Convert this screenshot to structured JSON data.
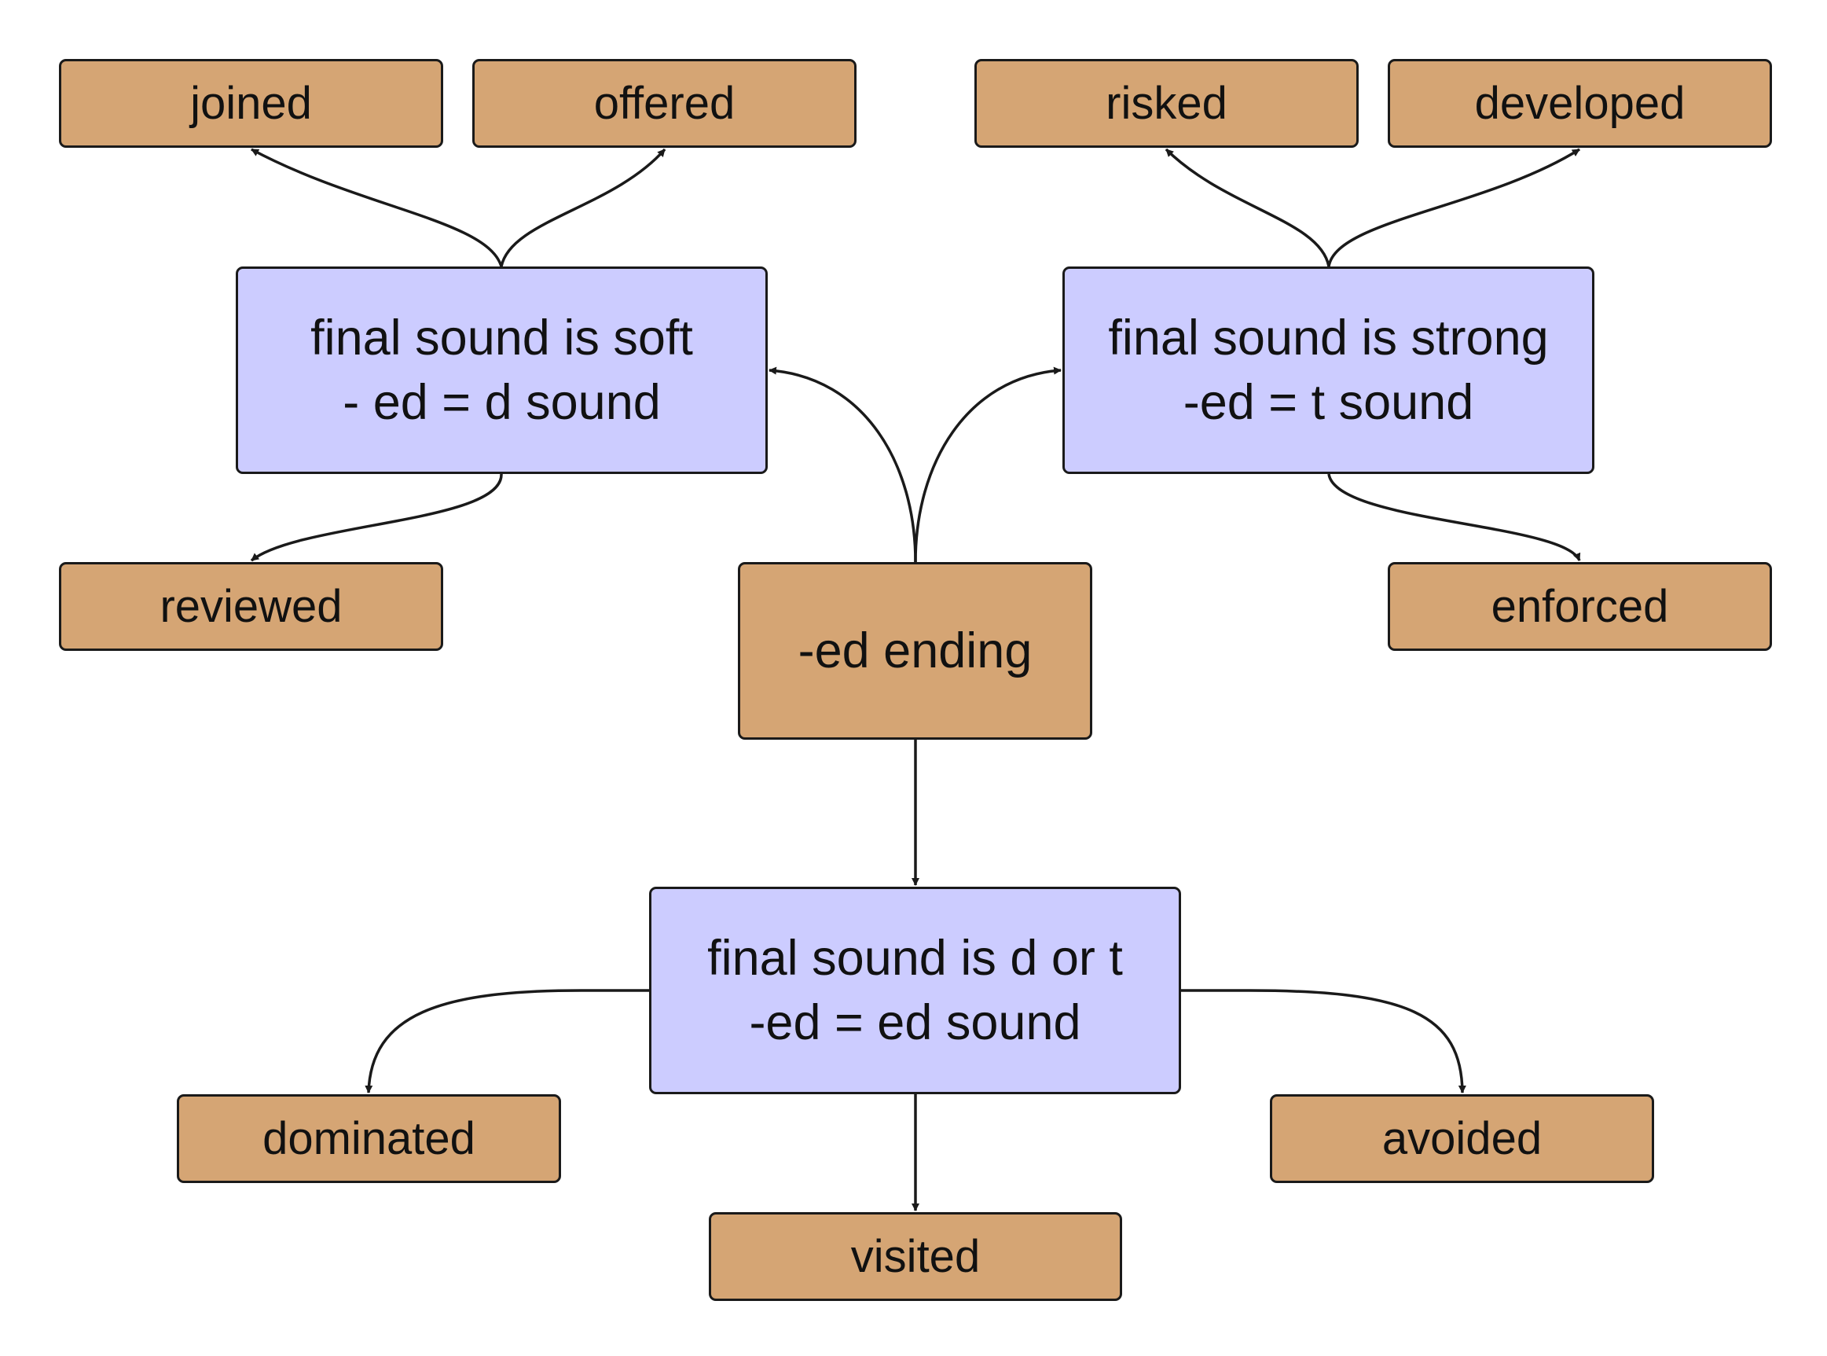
{
  "colors": {
    "word_fill": "#d5a574",
    "rule_fill": "#ccccff",
    "stroke": "#1a1a1a"
  },
  "root": {
    "label": "-ed ending"
  },
  "rules": {
    "soft": {
      "line1": "final sound is soft",
      "line2": "- ed = d sound"
    },
    "strong": {
      "line1": "final sound is strong",
      "line2": "-ed = t sound"
    },
    "dt": {
      "line1": "final sound is d or t",
      "line2": "-ed = ed sound"
    }
  },
  "words": {
    "joined": "joined",
    "offered": "offered",
    "reviewed": "reviewed",
    "risked": "risked",
    "developed": "developed",
    "enforced": "enforced",
    "dominated": "dominated",
    "visited": "visited",
    "avoided": "avoided"
  },
  "edges": [
    {
      "from": "root",
      "to": "soft"
    },
    {
      "from": "root",
      "to": "strong"
    },
    {
      "from": "root",
      "to": "dt"
    },
    {
      "from": "soft",
      "to": "joined"
    },
    {
      "from": "soft",
      "to": "offered"
    },
    {
      "from": "soft",
      "to": "reviewed"
    },
    {
      "from": "strong",
      "to": "risked"
    },
    {
      "from": "strong",
      "to": "developed"
    },
    {
      "from": "strong",
      "to": "enforced"
    },
    {
      "from": "dt",
      "to": "dominated"
    },
    {
      "from": "dt",
      "to": "visited"
    },
    {
      "from": "dt",
      "to": "avoided"
    }
  ]
}
